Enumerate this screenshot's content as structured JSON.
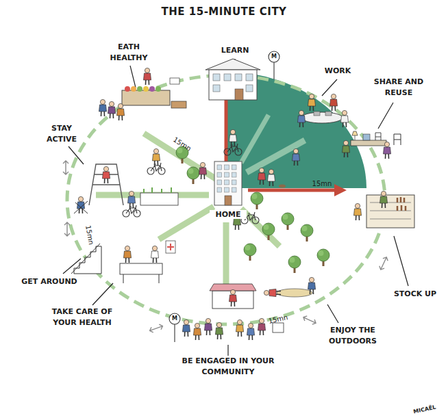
{
  "diagram": {
    "title": "THE 15-MINUTE CITY",
    "nodes": [
      {
        "text": [
          "HOME"
        ]
      }
    ],
    "labels": [
      "EATH HEALTHY",
      "LEARN",
      "M",
      "WORK",
      "SHARE AND REUSE",
      "STAY ACTIVE",
      "15mn",
      "15mn",
      "15mn",
      "GET AROUND",
      "STOCK UP",
      "TAKE CARE OF YOUR HEALTH",
      "M",
      "15mn",
      "ENJOY THE OUTDOORS",
      "BE ENGAGED IN YOUR COMMUNITY",
      "MICAËL"
    ]
  }
}
